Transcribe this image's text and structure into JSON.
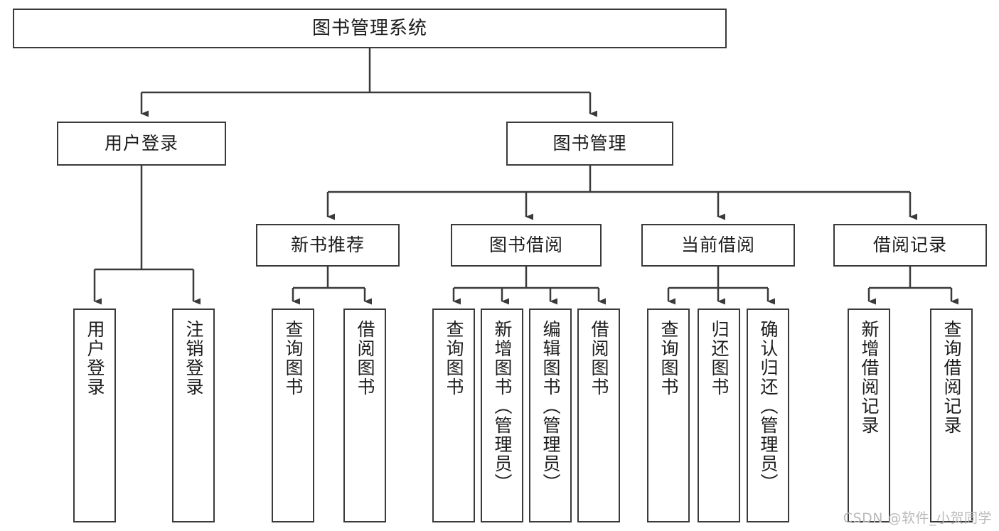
{
  "diagram": {
    "title": "图书管理系统",
    "type": "tree-hierarchy-chart",
    "colors": {
      "box_border": "#3a3a3a",
      "box_fill": "#ffffff",
      "connector": "#3a3a3a",
      "text": "#1c1c1c",
      "watermark": "#b9b9b9",
      "background": "#ffffff"
    },
    "root": {
      "label": "图书管理系统",
      "orientation": "horizontal"
    },
    "level1": [
      {
        "id": "user-login",
        "label": "用户登录",
        "orientation": "horizontal"
      },
      {
        "id": "book-management",
        "label": "图书管理",
        "orientation": "horizontal"
      }
    ],
    "level2": [
      {
        "id": "new-book-recommend",
        "label": "新书推荐",
        "orientation": "horizontal",
        "parent": "book-management"
      },
      {
        "id": "book-borrow",
        "label": "图书借阅",
        "orientation": "horizontal",
        "parent": "book-management"
      },
      {
        "id": "current-borrow",
        "label": "当前借阅",
        "orientation": "horizontal",
        "parent": "book-management"
      },
      {
        "id": "borrow-record",
        "label": "借阅记录",
        "orientation": "horizontal",
        "parent": "book-management"
      }
    ],
    "leaves": {
      "user-login": [
        {
          "id": "leaf-user-login",
          "label": "用户登录"
        },
        {
          "id": "leaf-user-logout",
          "label": "注销登录"
        }
      ],
      "new-book-recommend": [
        {
          "id": "leaf-query-book-1",
          "label": "查询图书"
        },
        {
          "id": "leaf-borrow-book-1",
          "label": "借阅图书"
        }
      ],
      "book-borrow": [
        {
          "id": "leaf-query-book-2",
          "label": "查询图书"
        },
        {
          "id": "leaf-add-book",
          "label": "新增图书（管理员）"
        },
        {
          "id": "leaf-edit-book",
          "label": "编辑图书（管理员）"
        },
        {
          "id": "leaf-borrow-book-2",
          "label": "借阅图书"
        }
      ],
      "current-borrow": [
        {
          "id": "leaf-query-book-3",
          "label": "查询图书"
        },
        {
          "id": "leaf-return-book",
          "label": "归还图书"
        },
        {
          "id": "leaf-confirm-return",
          "label": "确认归还（管理员）"
        }
      ],
      "borrow-record": [
        {
          "id": "leaf-add-record",
          "label": "新增借阅记录"
        },
        {
          "id": "leaf-query-record",
          "label": "查询借阅记录"
        }
      ]
    }
  },
  "watermark": {
    "text": "CSDN @软件_小贺同学"
  }
}
